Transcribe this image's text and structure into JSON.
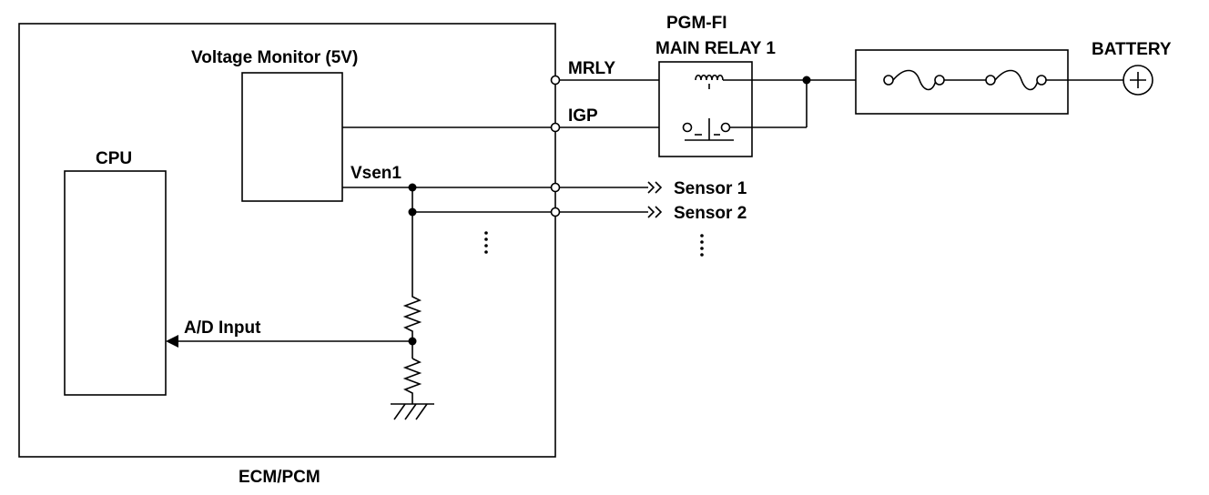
{
  "labels": {
    "voltage_monitor": "Voltage Monitor (5V)",
    "cpu": "CPU",
    "vsen1": "Vsen1",
    "ad_input": "A/D Input",
    "ecm_pcm": "ECM/PCM",
    "mrly": "MRLY",
    "igp": "IGP",
    "relay_line1": "PGM-FI",
    "relay_line2": "MAIN RELAY 1",
    "battery": "BATTERY",
    "sensor1": "Sensor 1",
    "sensor2": "Sensor 2"
  }
}
